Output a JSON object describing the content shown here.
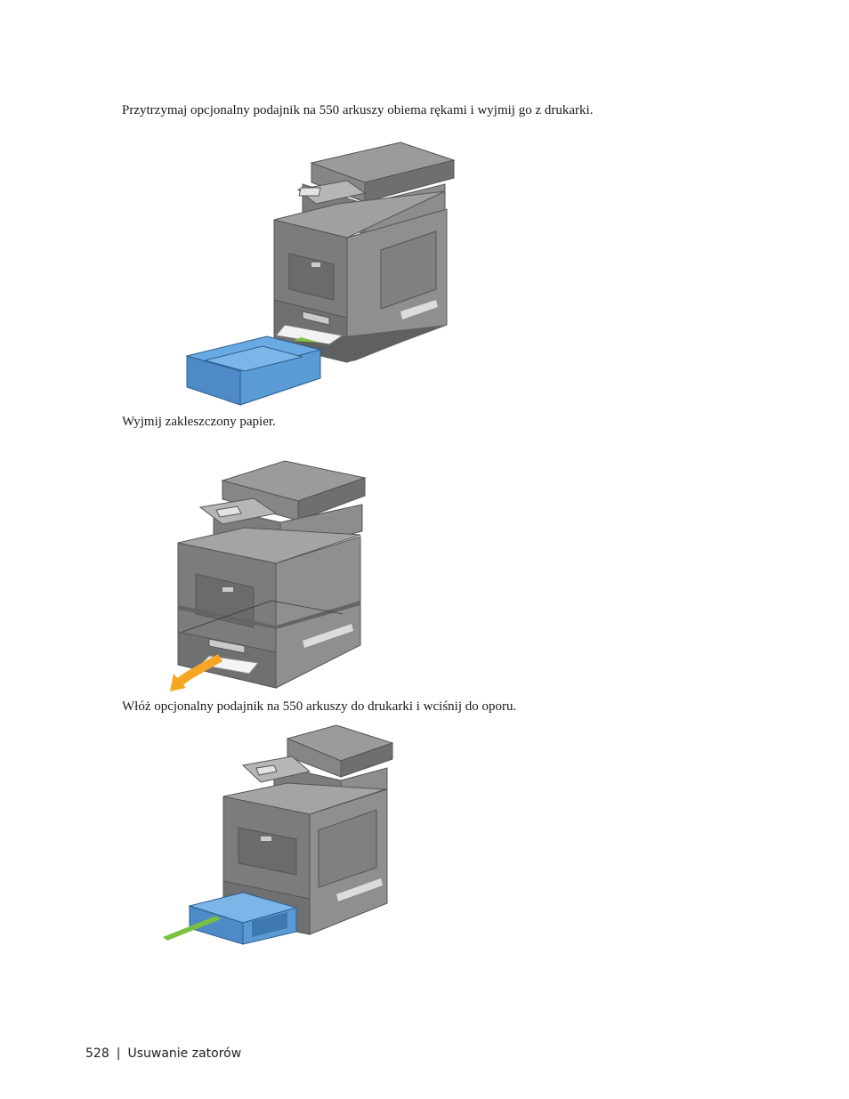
{
  "steps": [
    {
      "text": "Przytrzymaj opcjonalny podajnik na 550 arkuszy obiema rękami i wyjmij go z drukarki."
    },
    {
      "text": "Wyjmij zakleszczony papier."
    },
    {
      "text": "Włóż opcjonalny podajnik na 550 arkuszy do drukarki i wciśnij do oporu."
    }
  ],
  "footer": {
    "page_number": "528",
    "separator": "|",
    "section": "Usuwanie zatorów"
  },
  "colors": {
    "printer_body": "#7b7c7e",
    "printer_dark": "#5f6062",
    "printer_light": "#a9aaac",
    "tray_blue": "#5b9bd5",
    "arrow_green": "#7ac143",
    "arrow_orange": "#f5a623"
  }
}
